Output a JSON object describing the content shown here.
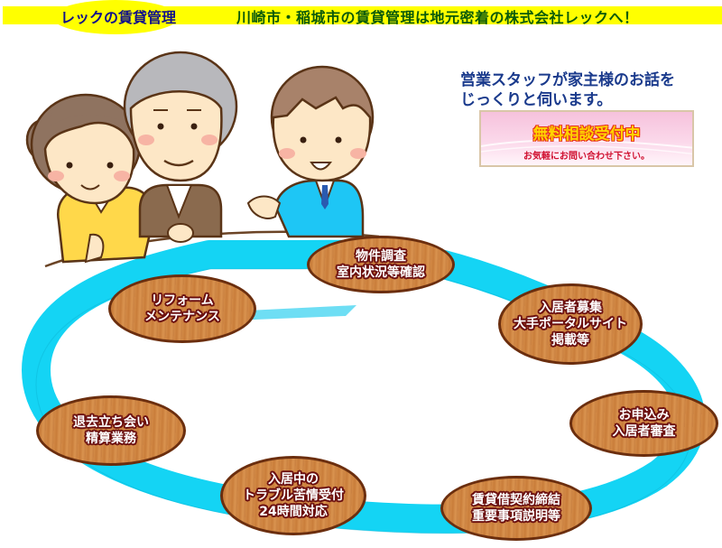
{
  "header": {
    "brand_title": "レックの賃貸管理",
    "tagline": "川崎市・稲城市の賃貸管理は地元密着の株式会社レックへ！",
    "colors": {
      "bar": "#ffff00",
      "brand_text": "#10108a",
      "tagline_text": "#0a5a0a"
    }
  },
  "message": {
    "line1": "営業スタッフが家主様のお話を",
    "line2": "じっくりと伺います。"
  },
  "consult_banner": {
    "title": "無料相談受付中",
    "subtitle": "お気軽にお問い合わせ下さい。"
  },
  "illustration": {
    "figures": [
      "woman-owner",
      "elderly-man-owner",
      "staff-member"
    ]
  },
  "cycle": {
    "steps": [
      {
        "lines": [
          "物件調査",
          "室内状況等確認"
        ]
      },
      {
        "lines": [
          "入居者募集",
          "大手ポータルサイト",
          "掲載等"
        ]
      },
      {
        "lines": [
          "お申込み",
          "入居者審査"
        ]
      },
      {
        "lines": [
          "賃貸借契約締結",
          "重要事項説明等"
        ]
      },
      {
        "lines": [
          "入居中の",
          "トラブル苦情受付",
          "24時間対応"
        ]
      },
      {
        "lines": [
          "退去立ち会い",
          "精算業務"
        ]
      },
      {
        "lines": [
          "リフォーム",
          "メンテナンス"
        ]
      }
    ],
    "colors": {
      "ring": "#14d4f4",
      "oval": "#d38a46",
      "oval_border": "#6b2e0e"
    }
  }
}
